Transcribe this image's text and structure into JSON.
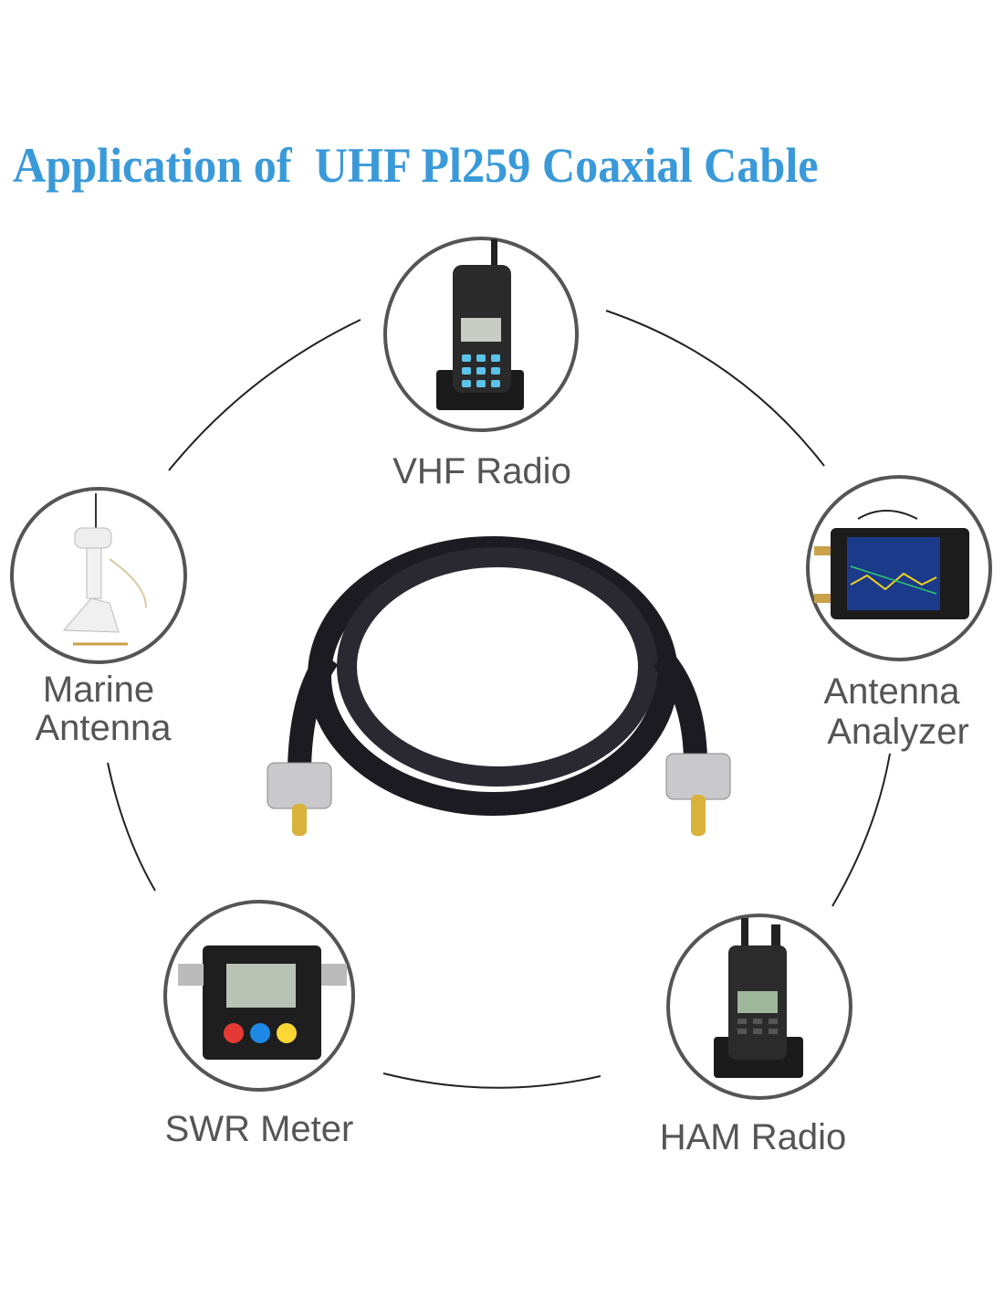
{
  "title": "Application of  UHF Pl259 Coaxial Cable",
  "colors": {
    "title": "#3a9ad9",
    "label": "#555555",
    "ring": "#555555"
  },
  "applications": [
    {
      "label": "VHF Radio",
      "icon": "handheld-vhf-radio-icon"
    },
    {
      "label_line1": "Marine",
      "label_line2": "Antenna",
      "icon": "marine-antenna-icon"
    },
    {
      "label_line1": "Antenna",
      "label_line2": "Analyzer",
      "icon": "antenna-analyzer-icon"
    },
    {
      "label": "SWR Meter",
      "icon": "swr-meter-icon"
    },
    {
      "label": "HAM Radio",
      "icon": "ham-radio-icon"
    }
  ],
  "center_icon": "coaxial-cable-pl259-icon"
}
